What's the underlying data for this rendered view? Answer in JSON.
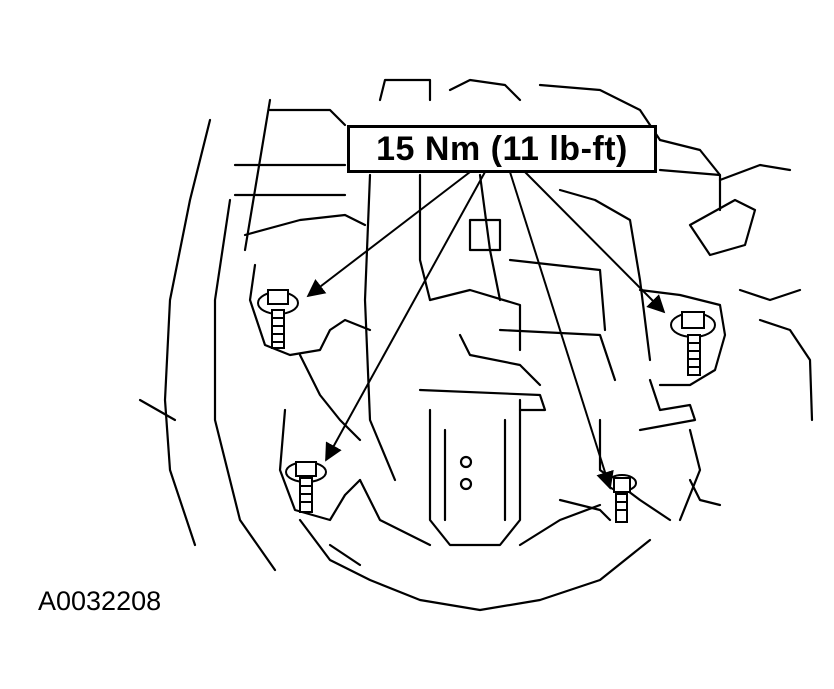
{
  "torque_callout": {
    "text": "15 Nm (11 lb-ft)"
  },
  "figure_id": "A0032208",
  "colors": {
    "line": "#000000",
    "background": "#ffffff"
  },
  "fasteners": [
    {
      "name": "upper-left-nut"
    },
    {
      "name": "upper-right-nut"
    },
    {
      "name": "lower-left-nut"
    },
    {
      "name": "lower-right-nut"
    }
  ]
}
